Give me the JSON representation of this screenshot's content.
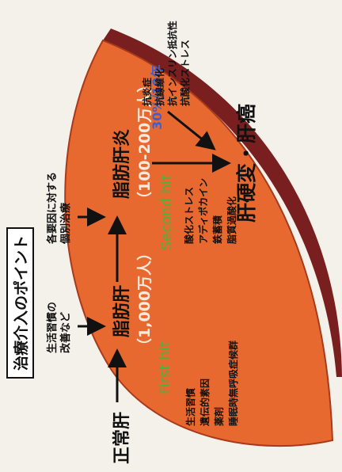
{
  "title": "治療介入のポイント",
  "stages": {
    "normal": "正常肝",
    "fatty": "脂肪肝",
    "nash": "脂肪肝炎",
    "end": "肝硬変・肝癌"
  },
  "counts": {
    "fatty": "（1,000万人）",
    "nash": "（100-200万人）"
  },
  "interventions": {
    "lifestyle": [
      "生活習慣の",
      "改善など"
    ],
    "individual": [
      "各要因に対する",
      "個別治療"
    ],
    "rate": "30%/10年",
    "antioxidant": [
      "抗炎症",
      "抗線維化",
      "抗インスリン抵抗性",
      "抗酸化ストレス"
    ]
  },
  "first_hit": {
    "label": "First hit",
    "items": [
      "生活習慣",
      "遺伝的素因",
      "薬剤",
      "睡眠時無呼吸症候群"
    ]
  },
  "second_hit": {
    "label": "Second hit",
    "items": [
      "酸化ストレス",
      "アディポカイン",
      "鉄蓄積",
      "脂質過酸化"
    ]
  },
  "colors": {
    "liver": "#e8692f",
    "liver_edge": "#a83a1c",
    "rim": "#7a1f1f",
    "green": "#48b43c",
    "blue": "#3d5fd1"
  }
}
